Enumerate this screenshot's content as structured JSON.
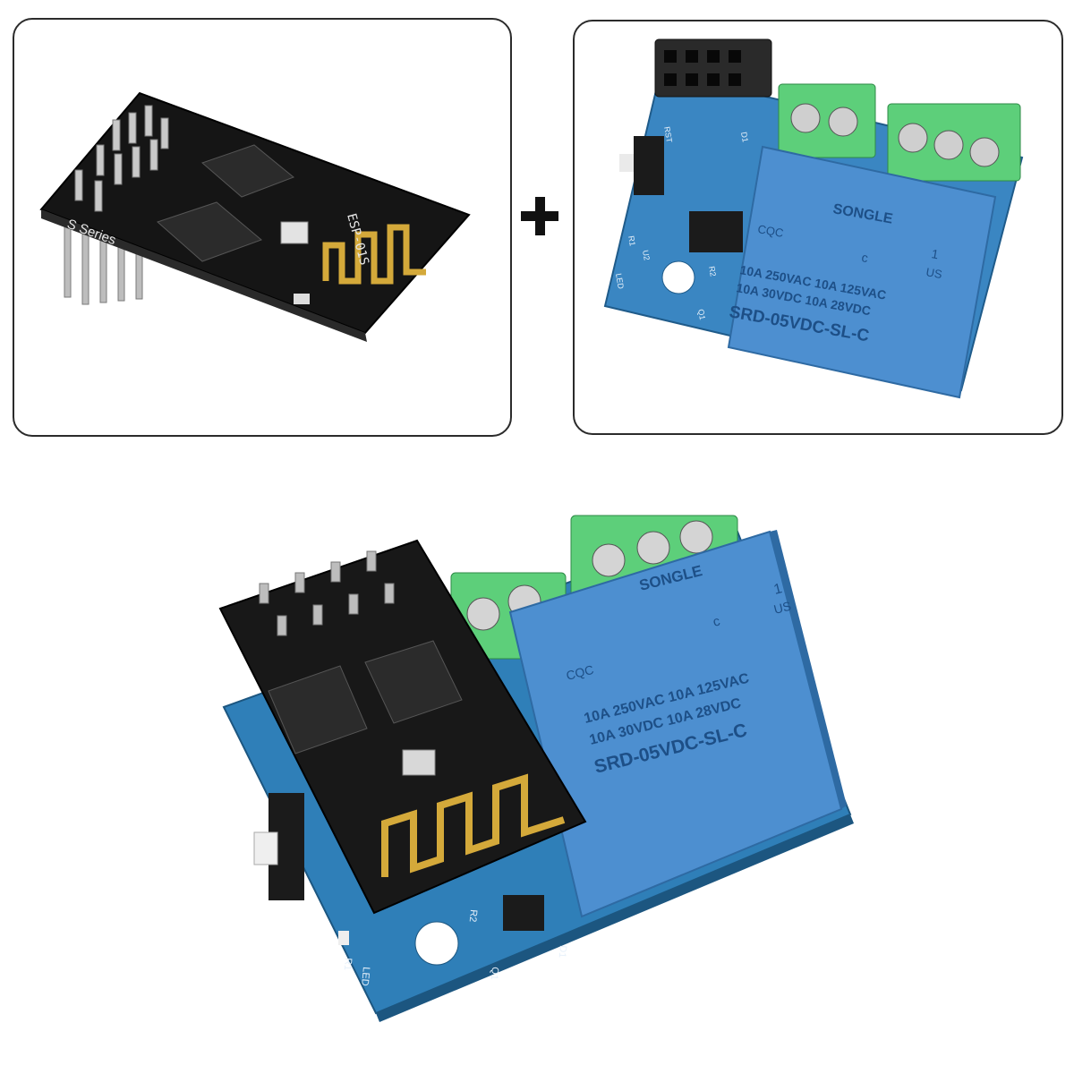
{
  "esp01s": {
    "silk_series": "S Series",
    "silk_model": "ESP-01S"
  },
  "relay_module": {
    "brand": "SONGLE",
    "cert_left": "CQC",
    "cert_ul": "c",
    "cert_us": "US",
    "cert_one": "1",
    "rating_line1": "10A 250VAC  10A 125VAC",
    "rating_line2": "10A  30VDC  10A  28VDC",
    "model": "SRD-05VDC-SL-C",
    "silk_u2": "U2",
    "silk_r1": "R1",
    "silk_r2": "R2",
    "silk_q1": "Q1",
    "silk_d1": "D1",
    "silk_led": "LED",
    "silk_rst": "RST"
  },
  "combined": {
    "brand": "SONGLE",
    "cert_left": "CQC",
    "cert_ul": "c",
    "cert_us": "US",
    "cert_one": "1",
    "rating_line1": "10A 250VAC  10A 125VAC",
    "rating_line2": "10A  30VDC  10A  28VDC",
    "model": "SRD-05VDC-SL-C",
    "silk_r1": "R1",
    "silk_r2": "R2",
    "silk_q1": "Q1",
    "silk_d1": "D1",
    "silk_led": "LED"
  },
  "plus_symbol": "+",
  "colors": {
    "pcb_blue": "#2f7fb8",
    "pcb_black": "#161616",
    "relay_blue": "#4d8fd0",
    "terminal_green": "#5dcf7a",
    "gold": "#d4a93a"
  }
}
